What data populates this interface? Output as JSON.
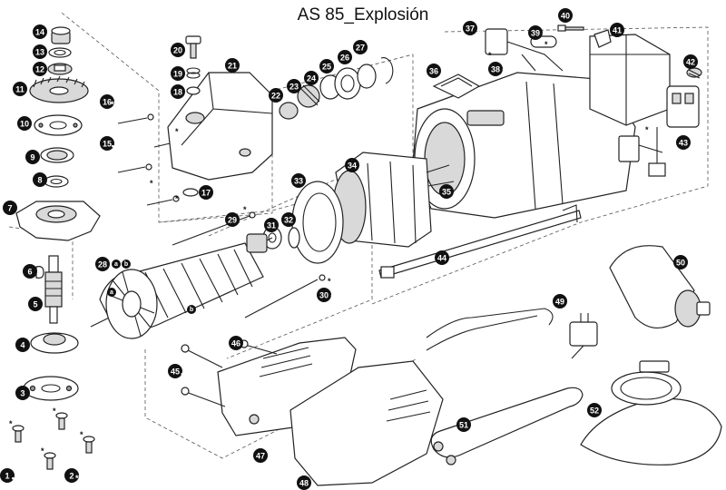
{
  "title": "AS 85_Explosión",
  "parts": [
    {
      "n": "1",
      "mark": "••••"
    },
    {
      "n": "2",
      "mark": "****"
    },
    {
      "n": "3",
      "mark": ""
    },
    {
      "n": "4",
      "mark": ""
    },
    {
      "n": "5",
      "mark": ""
    },
    {
      "n": "6",
      "mark": ""
    },
    {
      "n": "7",
      "mark": ""
    },
    {
      "n": "8",
      "mark": ""
    },
    {
      "n": "9",
      "mark": ""
    },
    {
      "n": "10",
      "mark": ""
    },
    {
      "n": "11",
      "mark": ""
    },
    {
      "n": "12",
      "mark": ""
    },
    {
      "n": "13",
      "mark": ""
    },
    {
      "n": "14",
      "mark": ""
    },
    {
      "n": "15",
      "mark": "••••"
    },
    {
      "n": "16",
      "mark": "****"
    },
    {
      "n": "17",
      "mark": ""
    },
    {
      "n": "18",
      "mark": ""
    },
    {
      "n": "19",
      "mark": ""
    },
    {
      "n": "20",
      "mark": ""
    },
    {
      "n": "21",
      "mark": ""
    },
    {
      "n": "22",
      "mark": ""
    },
    {
      "n": "23",
      "mark": ""
    },
    {
      "n": "24",
      "mark": ""
    },
    {
      "n": "25",
      "mark": ""
    },
    {
      "n": "26",
      "mark": ""
    },
    {
      "n": "27",
      "mark": ""
    },
    {
      "n": "28",
      "mark": ""
    },
    {
      "n": "29",
      "mark": "••"
    },
    {
      "n": "30",
      "mark": "**"
    },
    {
      "n": "31",
      "mark": ""
    },
    {
      "n": "32",
      "mark": ""
    },
    {
      "n": "33",
      "mark": ""
    },
    {
      "n": "34",
      "mark": ""
    },
    {
      "n": "35",
      "mark": ""
    },
    {
      "n": "36",
      "mark": ""
    },
    {
      "n": "37",
      "mark": "••"
    },
    {
      "n": "38",
      "mark": "**"
    },
    {
      "n": "39",
      "mark": "**"
    },
    {
      "n": "40",
      "mark": ""
    },
    {
      "n": "41",
      "mark": ""
    },
    {
      "n": "42",
      "mark": ""
    },
    {
      "n": "43",
      "mark": ""
    },
    {
      "n": "44",
      "mark": ""
    },
    {
      "n": "45",
      "mark": "•••"
    },
    {
      "n": "46",
      "mark": ""
    },
    {
      "n": "47",
      "mark": ""
    },
    {
      "n": "48",
      "mark": ""
    },
    {
      "n": "49",
      "mark": ""
    },
    {
      "n": "50",
      "mark": ""
    },
    {
      "n": "51",
      "mark": ""
    },
    {
      "n": "52",
      "mark": ""
    }
  ],
  "sub_markers": {
    "a": "a",
    "b": "b",
    "asterisk": "*"
  }
}
